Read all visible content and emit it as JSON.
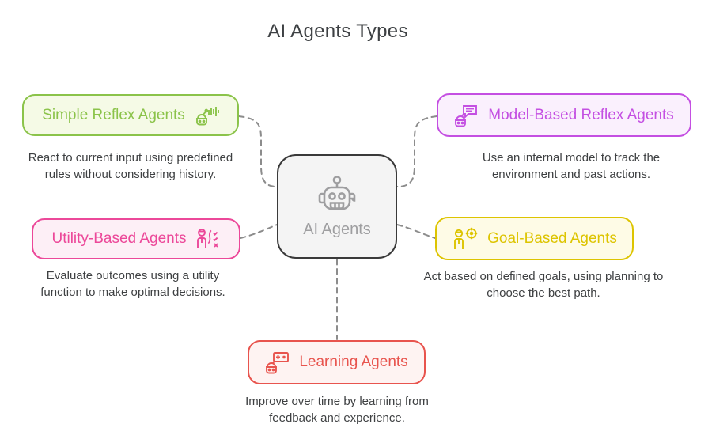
{
  "title": "AI Agents Types",
  "center": {
    "label": "AI Agents",
    "icon": "robot-icon",
    "border_color": "#3a3a3a",
    "bg": "#f4f4f4",
    "text_color": "#9e9ea0"
  },
  "connector_color": "#8c8c8c",
  "nodes": [
    {
      "id": "simple-reflex",
      "label": "Simple Reflex Agents",
      "desc1": "React to current input using predefined",
      "desc2": "rules without considering history.",
      "color": "#8bc34a",
      "bg": "#f5fae6",
      "icon": "robot-sound-icon",
      "icon_side": "right",
      "position": "top-left"
    },
    {
      "id": "model-based-reflex",
      "label": "Model-Based Reflex Agents",
      "desc1": "Use an internal model to track the",
      "desc2": "environment and past actions.",
      "color": "#c44fe2",
      "bg": "#faf0fd",
      "icon": "robot-chat-icon",
      "icon_side": "left",
      "position": "top-right"
    },
    {
      "id": "utility-based",
      "label": "Utility-Based Agents",
      "desc1": "Evaluate outcomes using a utility",
      "desc2": "function to make optimal decisions.",
      "color": "#ec4899",
      "bg": "#fdeff6",
      "icon": "person-checklist-icon",
      "icon_side": "right",
      "position": "mid-left"
    },
    {
      "id": "goal-based",
      "label": "Goal-Based Agents",
      "desc1": "Act based on defined goals, using planning to",
      "desc2": "choose the best path.",
      "color": "#ddc400",
      "bg": "#fefbe6",
      "icon": "person-target-icon",
      "icon_side": "left",
      "position": "mid-right"
    },
    {
      "id": "learning",
      "label": "Learning Agents",
      "desc1": "Improve over time by learning from",
      "desc2": "feedback and experience.",
      "color": "#e8544e",
      "bg": "#fef3f2",
      "icon": "robot-board-icon",
      "icon_side": "left",
      "position": "bottom-center"
    }
  ]
}
